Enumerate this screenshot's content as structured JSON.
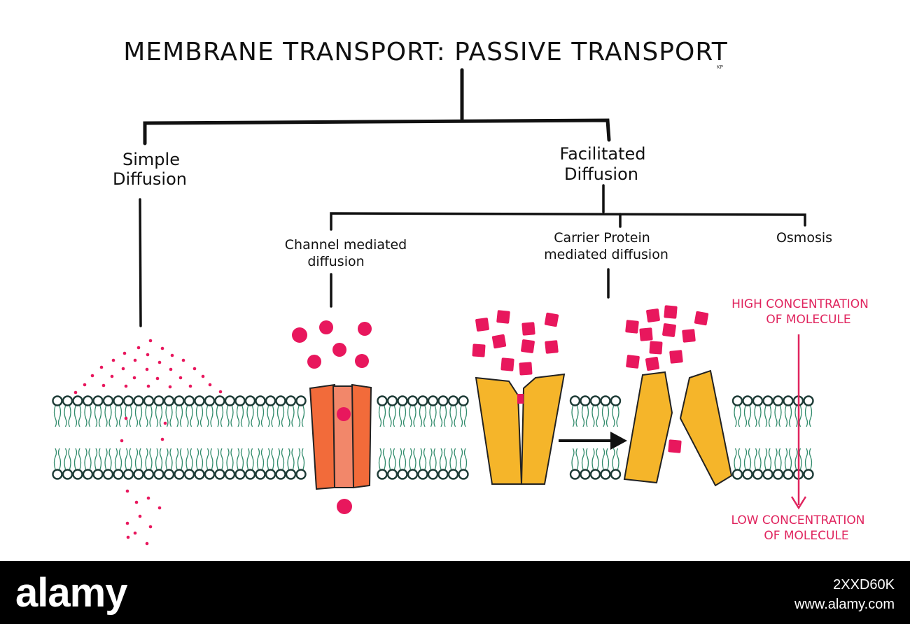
{
  "title": "MEMBRANE TRANSPORT: PASSIVE TRANSPORT",
  "signature": "KP",
  "branches": {
    "simple_line1": "Simple",
    "simple_line2": "Diffusion",
    "facilitated_line1": "Facilitated",
    "facilitated_line2": "Diffusion"
  },
  "sub_branches": {
    "channel_line1": "Channel mediated",
    "channel_line2": "diffusion",
    "carrier_line1": "Carrier Protein",
    "carrier_line2": "mediated diffusion",
    "osmosis": "Osmosis"
  },
  "gradient": {
    "high_line1": "HIGH CONCENTRATION",
    "high_line2": "OF MOLECULE",
    "low_line1": "LOW CONCENTRATION",
    "low_line2": "OF MOLECULE"
  },
  "watermark": {
    "brand": "alamy",
    "image_id": "2XXD60K",
    "site": "www.alamy.com"
  },
  "colors": {
    "molecule": "#e8175d",
    "membrane_head": "#1d3b36",
    "membrane_tail": "#2f8a6a",
    "channel_protein": "#f26b3a",
    "carrier_protein": "#f5b52a",
    "annotation": "#e0245e"
  }
}
